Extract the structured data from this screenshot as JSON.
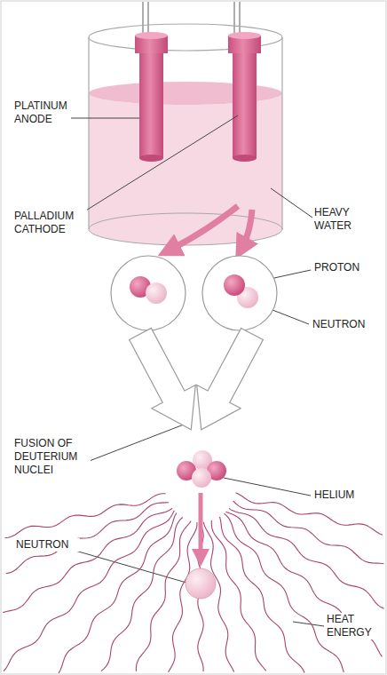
{
  "diagram": {
    "labels": [
      "PLATINUM ANODE",
      "HEAVY WATER",
      "PALLADIUM CATHODE",
      "PROTON",
      "NEUTRON",
      "FUSION OF DEUTERIUM NUCLEI",
      "HELIUM",
      "NEUTRON",
      "HEAT ENERGY"
    ]
  }
}
